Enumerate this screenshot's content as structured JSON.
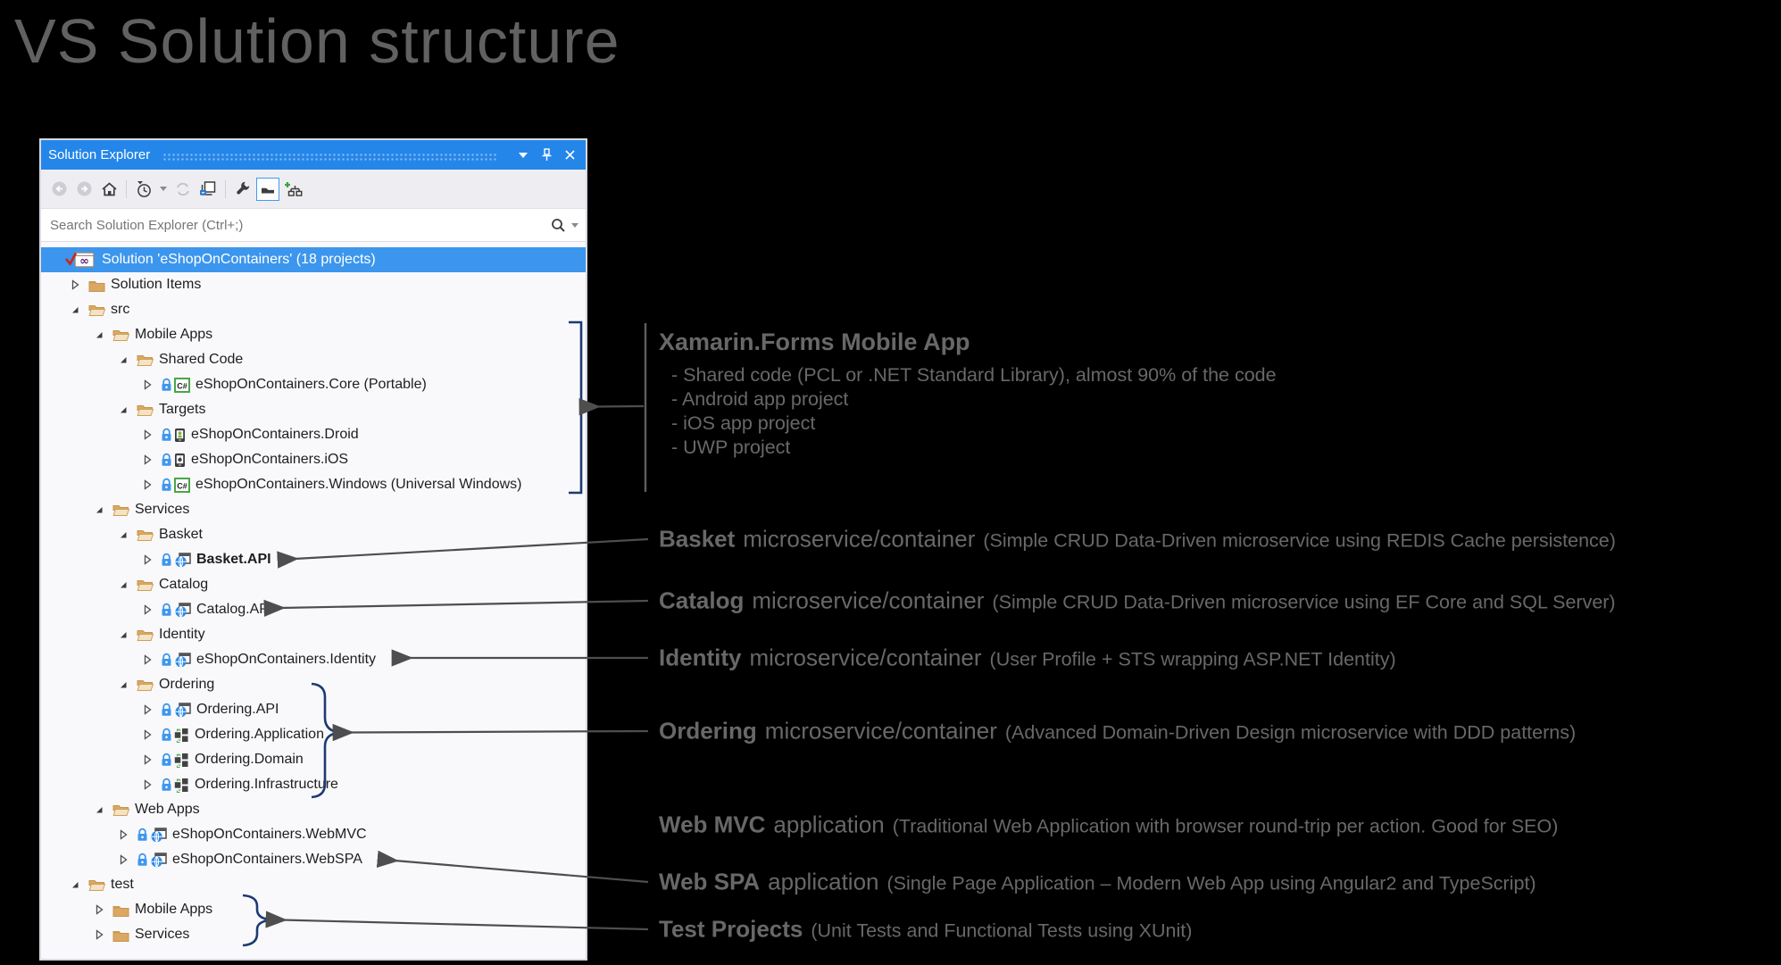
{
  "page_title": "VS Solution structure",
  "panel": {
    "title": "Solution Explorer",
    "window_buttons": [
      "window-position-menu",
      "auto-hide-pin",
      "close"
    ],
    "toolbar_icons": [
      "navigate-back",
      "navigate-forward",
      "home",
      "pending-changes-filter",
      "filter-dropdown",
      "sync-with-active-document",
      "collapse-all",
      "properties-wrench",
      "show-all-files",
      "new-solution-diagram"
    ],
    "search_placeholder": "Search Solution Explorer (Ctrl+;)",
    "tree": {
      "items": [
        {
          "label": "Solution 'eShopOnContainers' (18 projects)",
          "level": 0,
          "icon": "solution",
          "selected": true
        },
        {
          "label": "Solution Items",
          "level": 1,
          "twisty": "collapsed",
          "icon": "folder-closed"
        },
        {
          "label": "src",
          "level": 1,
          "twisty": "expanded",
          "icon": "folder-open"
        },
        {
          "label": "Mobile Apps",
          "level": 2,
          "twisty": "expanded",
          "icon": "folder-open"
        },
        {
          "label": "Shared Code",
          "level": 3,
          "twisty": "expanded",
          "icon": "folder-open"
        },
        {
          "label": "eShopOnContainers.Core (Portable)",
          "level": 4,
          "twisty": "collapsed",
          "icon": "csharp",
          "lock": true
        },
        {
          "label": "Targets",
          "level": 3,
          "twisty": "expanded",
          "icon": "folder-open"
        },
        {
          "label": "eShopOnContainers.Droid",
          "level": 4,
          "twisty": "collapsed",
          "icon": "android",
          "lock": true
        },
        {
          "label": "eShopOnContainers.iOS",
          "level": 4,
          "twisty": "collapsed",
          "icon": "ios",
          "lock": true
        },
        {
          "label": "eShopOnContainers.Windows (Universal Windows)",
          "level": 4,
          "twisty": "collapsed",
          "icon": "csharp",
          "lock": true
        },
        {
          "label": "Services",
          "level": 2,
          "twisty": "expanded",
          "icon": "folder-open"
        },
        {
          "label": "Basket",
          "level": 3,
          "twisty": "expanded",
          "icon": "folder-open"
        },
        {
          "label": "Basket.API",
          "level": 4,
          "twisty": "collapsed",
          "icon": "web",
          "lock": true,
          "bold": true
        },
        {
          "label": "Catalog",
          "level": 3,
          "twisty": "expanded",
          "icon": "folder-open"
        },
        {
          "label": "Catalog.API",
          "level": 4,
          "twisty": "collapsed",
          "icon": "web",
          "lock": true
        },
        {
          "label": "Identity",
          "level": 3,
          "twisty": "expanded",
          "icon": "folder-open"
        },
        {
          "label": "eShopOnContainers.Identity",
          "level": 4,
          "twisty": "collapsed",
          "icon": "web",
          "lock": true
        },
        {
          "label": "Ordering",
          "level": 3,
          "twisty": "expanded",
          "icon": "folder-open"
        },
        {
          "label": "Ordering.API",
          "level": 4,
          "twisty": "collapsed",
          "icon": "web",
          "lock": true
        },
        {
          "label": "Ordering.Application",
          "level": 4,
          "twisty": "collapsed",
          "icon": "library",
          "lock": true
        },
        {
          "label": "Ordering.Domain",
          "level": 4,
          "twisty": "collapsed",
          "icon": "library",
          "lock": true
        },
        {
          "label": "Ordering.Infrastructure",
          "level": 4,
          "twisty": "collapsed",
          "icon": "library",
          "lock": true
        },
        {
          "label": "Web Apps",
          "level": 2,
          "twisty": "expanded",
          "icon": "folder-open"
        },
        {
          "label": "eShopOnContainers.WebMVC",
          "level": 3,
          "twisty": "collapsed",
          "icon": "web",
          "lock": true
        },
        {
          "label": "eShopOnContainers.WebSPA",
          "level": 3,
          "twisty": "collapsed",
          "icon": "web",
          "lock": true
        },
        {
          "label": "test",
          "level": 1,
          "twisty": "expanded",
          "icon": "folder-open"
        },
        {
          "label": "Mobile Apps",
          "level": 2,
          "twisty": "collapsed",
          "icon": "folder-closed"
        },
        {
          "label": "Services",
          "level": 2,
          "twisty": "collapsed",
          "icon": "folder-closed"
        }
      ]
    }
  },
  "annotations": {
    "xamarin": {
      "title": "Xamarin.Forms Mobile App",
      "bullets": [
        "- Shared code (PCL or .NET Standard Library), almost 90% of the code",
        "- Android app project",
        "- iOS app project",
        "- UWP project"
      ]
    },
    "callouts": [
      {
        "bold": "Basket",
        "mid": "microservice/container",
        "paren": "(Simple CRUD Data-Driven microservice using REDIS Cache persistence)"
      },
      {
        "bold": "Catalog",
        "mid": "microservice/container",
        "paren": "(Simple CRUD Data-Driven microservice using EF Core and SQL Server)"
      },
      {
        "bold": "Identity",
        "mid": "microservice/container",
        "paren": "(User Profile + STS wrapping ASP.NET Identity)"
      },
      {
        "bold": "Ordering",
        "mid": "microservice/container",
        "paren": "(Advanced Domain-Driven Design microservice with DDD patterns)"
      },
      {
        "bold": "Web MVC",
        "mid": "application",
        "paren": "(Traditional Web Application with browser round-trip per action. Good for SEO)"
      },
      {
        "bold": "Web SPA",
        "mid": "application",
        "paren": "(Single Page Application – Modern Web App using Angular2 and TypeScript)"
      },
      {
        "bold": "Test Projects",
        "mid": "",
        "paren": "(Unit Tests and Functional Tests using XUnit)"
      }
    ]
  },
  "colors": {
    "titlebar_blue": "#2486e9",
    "selection_blue": "#3c96ee",
    "folder_tan": "#dba863",
    "lock_blue": "#3e97ee",
    "csharp_green": "#48a746",
    "android_green": "#7ab648",
    "web_globe_blue": "#2e8ae4",
    "annotation_gray": "#686868",
    "bracket_navy": "#1c3a73",
    "arrow_gray": "#4e4e4e",
    "page_title_gray": "#616161"
  }
}
